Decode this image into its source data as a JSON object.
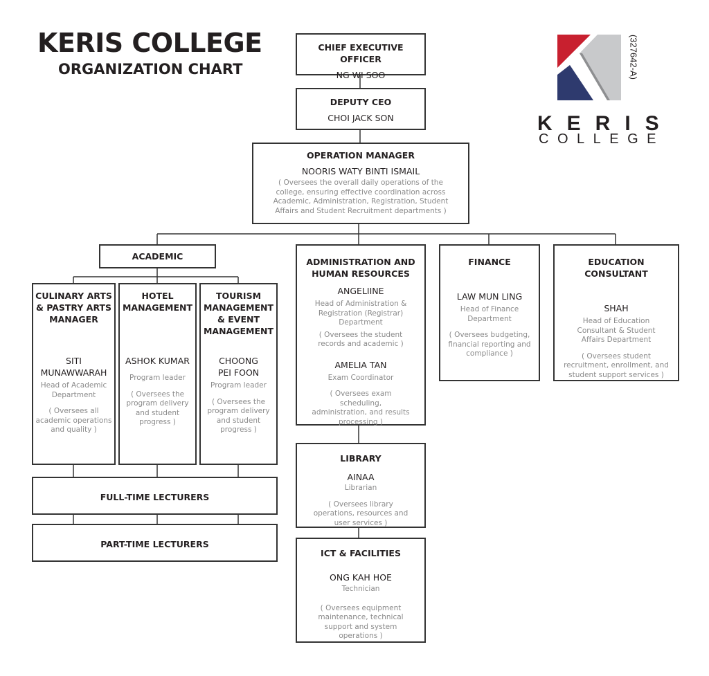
{
  "header": {
    "title": "KERIS COLLEGE",
    "subtitle": "ORGANIZATION CHART"
  },
  "logo": {
    "word1": "KERIS",
    "word2": "COLLEGE",
    "registration": "(327642-A)",
    "colors": {
      "red": "#c8202f",
      "navy": "#2e3a6e",
      "gray": "#c8c9cb"
    }
  },
  "ceo": {
    "title": "CHIEF EXECUTIVE OFFICER",
    "name": "NG WI SOO"
  },
  "deputy": {
    "title": "DEPUTY CEO",
    "name": "CHOI JACK SON"
  },
  "ops": {
    "title": "OPERATION MANAGER",
    "name": "NOORIS WATY BINTI ISMAIL",
    "desc": "( Oversees the overall daily operations of the college, ensuring effective coordination across Academic, Administration, Registration, Student Affairs and Student Recruitment departments )"
  },
  "academic": {
    "title": "ACADEMIC"
  },
  "culinary": {
    "title": "CULINARY ARTS & PASTRY ARTS MANAGER",
    "name": "SITI MUNAWWARAH",
    "role": "Head of Academic Department",
    "desc": "( Oversees all academic operations and quality )"
  },
  "hotel": {
    "title": "HOTEL MANAGEMENT",
    "name": "ASHOK KUMAR",
    "role": "Program leader",
    "desc": "( Oversees the program delivery and student progress )"
  },
  "tourism": {
    "title": "TOURISM MANAGEMENT & EVENT MANAGEMENT",
    "name": "CHOONG PEI FOON",
    "role": "Program leader",
    "desc": "( Oversees the program delivery and student progress )"
  },
  "fulltime": {
    "title": "FULL-TIME LECTURERS"
  },
  "parttime": {
    "title": "PART-TIME LECTURERS"
  },
  "admin": {
    "title": "ADMINISTRATION AND HUMAN RESOURCES",
    "name1": "ANGELIINE",
    "role1": "Head of Administration & Registration (Registrar) Department",
    "desc1": "( Oversees the student records and academic )",
    "name2": "AMELIA TAN",
    "role2": "Exam Coordinator",
    "desc2": "( Oversees exam scheduling, administration, and results processing )"
  },
  "finance": {
    "title": "FINANCE",
    "name": "LAW MUN LING",
    "role": "Head of Finance Department",
    "desc": "( Oversees budgeting, financial reporting and compliance )"
  },
  "edu": {
    "title": "EDUCATION CONSULTANT",
    "name": "SHAH",
    "role": "Head of Education Consultant & Student Affairs Department",
    "desc": "( Oversees student recruitment, enrollment, and student support services )"
  },
  "library": {
    "title": "LIBRARY",
    "name": "AINAA",
    "role": "Librarian",
    "desc": "( Oversees library operations, resources and user services )"
  },
  "ict": {
    "title": "ICT & FACILITIES",
    "name": "ONG KAH HOE",
    "role": "Technician",
    "desc": "( Oversees equipment maintenance, technical support and system operations )"
  }
}
